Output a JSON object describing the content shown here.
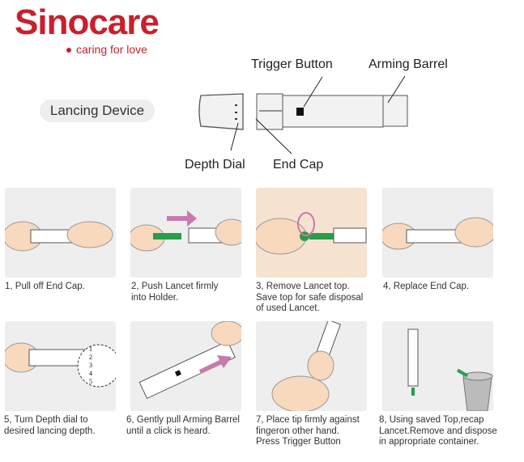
{
  "brand": {
    "name": "Sinocare",
    "tagline": "caring for love",
    "color": "#c8202d"
  },
  "diagram": {
    "title": "Lancing Device",
    "labels": {
      "trigger": "Trigger Button",
      "arming": "Arming Barrel",
      "depth": "Depth Dial",
      "endcap": "End Cap"
    }
  },
  "steps": [
    {
      "caption": "1, Pull off End Cap."
    },
    {
      "caption": "2, Push Lancet firmly\ninto Holder."
    },
    {
      "caption": "3, Remove Lancet top.\nSave top for safe disposal\nof used Lancet."
    },
    {
      "caption": "4, Replace End Cap."
    },
    {
      "caption": "5, Turn Depth dial to\ndesired lancing depth.",
      "depth_levels": [
        "1",
        "2",
        "3",
        "4",
        "5"
      ]
    },
    {
      "caption": "6, Gently pull Arming Barrel\nuntil a click is heard."
    },
    {
      "caption": "7, Place tip firmly against\nfingeron other hand.\nPress Trigger Button"
    },
    {
      "caption": "8, Using saved Top,recap\nLancet.Remove and dispose\nin appropriate container."
    }
  ]
}
